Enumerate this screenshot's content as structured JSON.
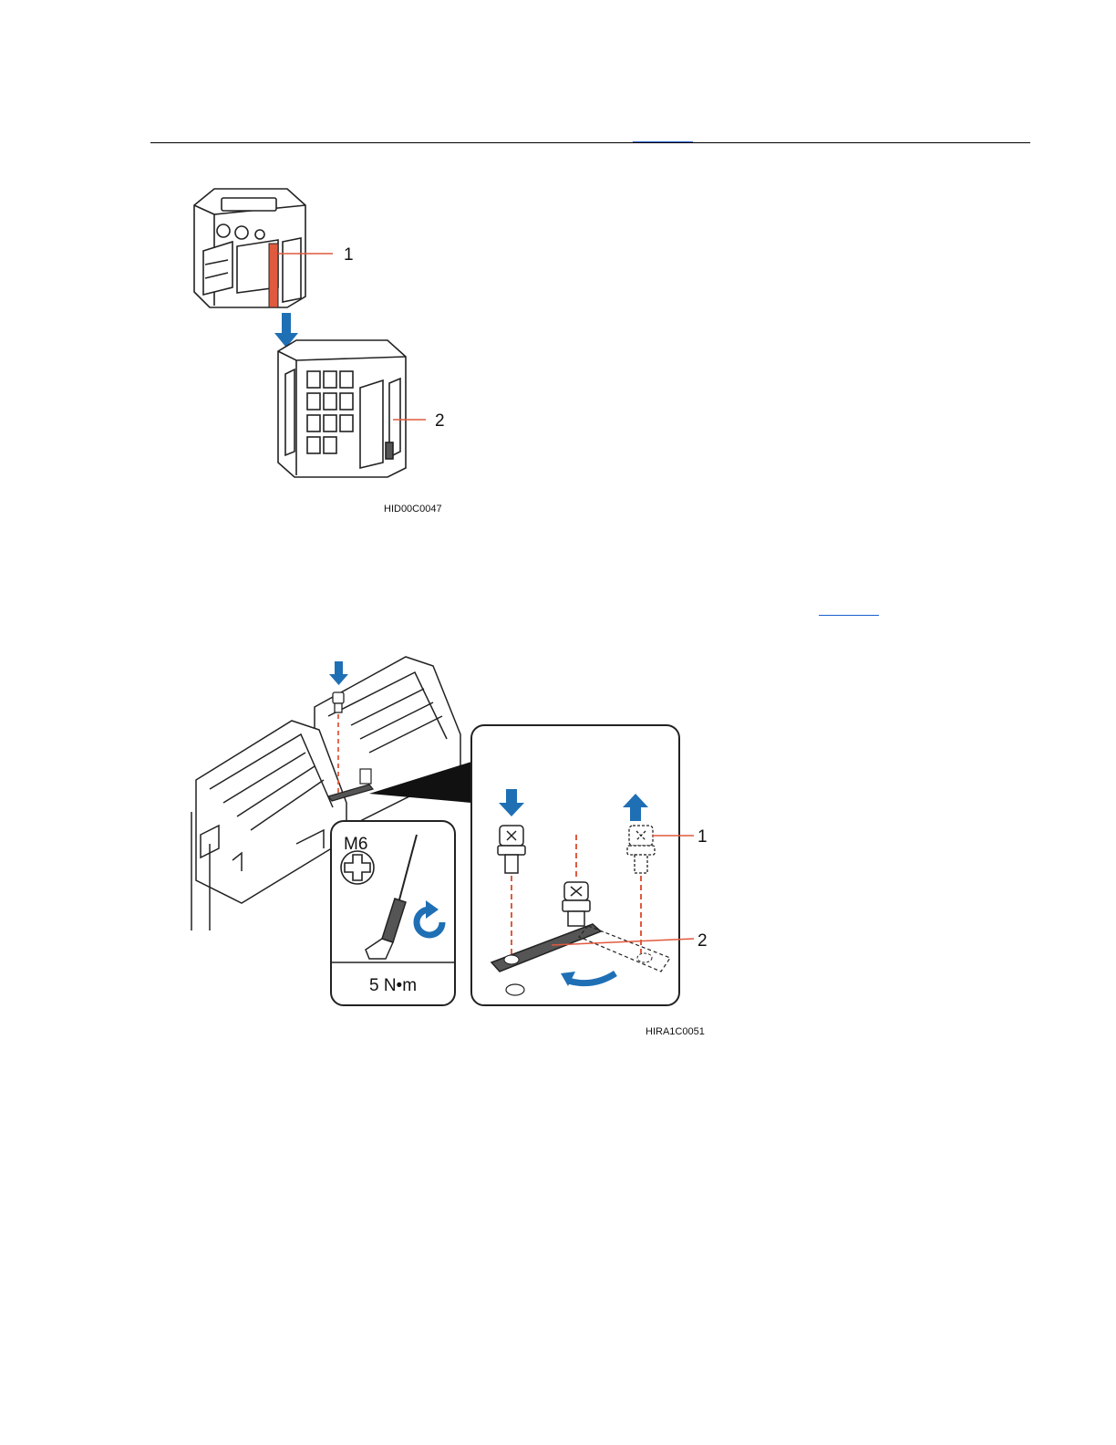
{
  "figure1": {
    "callouts": [
      "1",
      "2"
    ],
    "code": "HID00C0047"
  },
  "figure2": {
    "screw_size": "M6",
    "torque": "5 N•m",
    "callouts": [
      "1",
      "2"
    ],
    "code": "HIRA1C0051"
  },
  "colors": {
    "accent_red": "#e05a3e",
    "arrow_blue": "#1f6fb5",
    "dark_metal": "#555555"
  }
}
